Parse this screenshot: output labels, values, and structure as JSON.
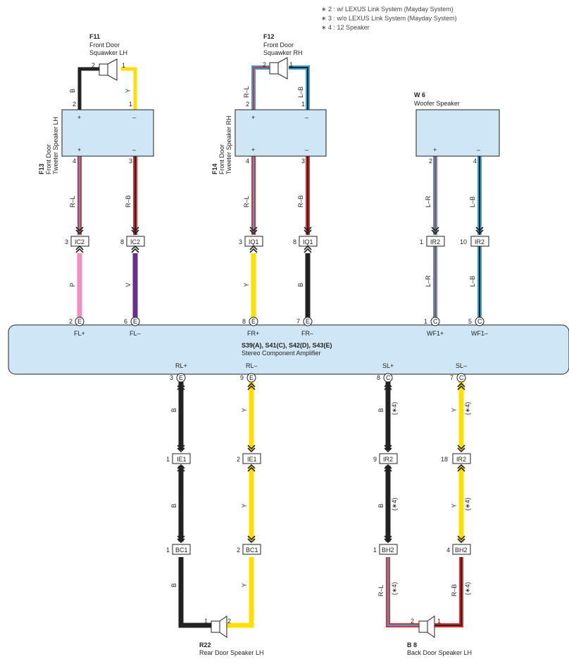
{
  "notes": [
    "∗ 2 : w/ LEXUS Link System (Mayday System)",
    "∗ 3 : w/o LEXUS Link System (Mayday System)",
    "∗ 4 : 12 Speaker"
  ],
  "components": {
    "f11": {
      "code": "F11",
      "name1": "Front Door",
      "name2": "Squawker LH"
    },
    "f12": {
      "code": "F12",
      "name1": "Front Door",
      "name2": "Squawker RH"
    },
    "w6": {
      "code": "W 6",
      "name1": "Woofer Speaker"
    },
    "f13": {
      "code": "F13",
      "name1": "Front Door",
      "name2": "Tweeter Speaker LH"
    },
    "f14": {
      "code": "F14",
      "name1": "Front Door",
      "name2": "Tweeter Speaker RH"
    },
    "amp": {
      "code": "S39(A), S41(C), S42(D), S43(E)",
      "name": "Stereo Component Amplifier"
    },
    "r22": {
      "code": "R22",
      "name": "Rear Door Speaker LH"
    },
    "b8": {
      "code": "B 8",
      "name": "Back Door Speaker LH"
    }
  },
  "signs": {
    "plus": "+",
    "minus": "–"
  },
  "pins": {
    "one": "1",
    "two": "2",
    "three": "3",
    "four": "4",
    "five": "5",
    "six": "6",
    "seven": "7",
    "eight": "8",
    "nine": "9",
    "ten": "10",
    "eighteen": "18"
  },
  "connectors": {
    "ic2": "IC2",
    "iq1": "IQ1",
    "ir2": "IR2",
    "ie1": "IE1",
    "bc1": "BC1",
    "bh2": "BH2",
    "e": "E",
    "c": "C"
  },
  "terminals": {
    "fl_p": "FL+",
    "fl_m": "FL–",
    "fr_p": "FR+",
    "fr_m": "FR–",
    "wf1_p": "WF1+",
    "wf1_m": "WF1–",
    "rl_p": "RL+",
    "rl_m": "RL–",
    "sl_p": "SL+",
    "sl_m": "SL–"
  },
  "wires": {
    "b": "B",
    "y": "Y",
    "p": "P",
    "v": "V",
    "rl": "R–L",
    "rb": "R–B",
    "lr": "L–R",
    "lb": "L–B",
    "note4": "(∗4)"
  },
  "colors": {
    "black": "#222222",
    "yellow": "#ffdf00",
    "pink": "#ef8ec0",
    "violet": "#6a2c91",
    "red": "#e23030",
    "blue": "#3aa0d8",
    "box_fill": "#cfe6f6"
  }
}
